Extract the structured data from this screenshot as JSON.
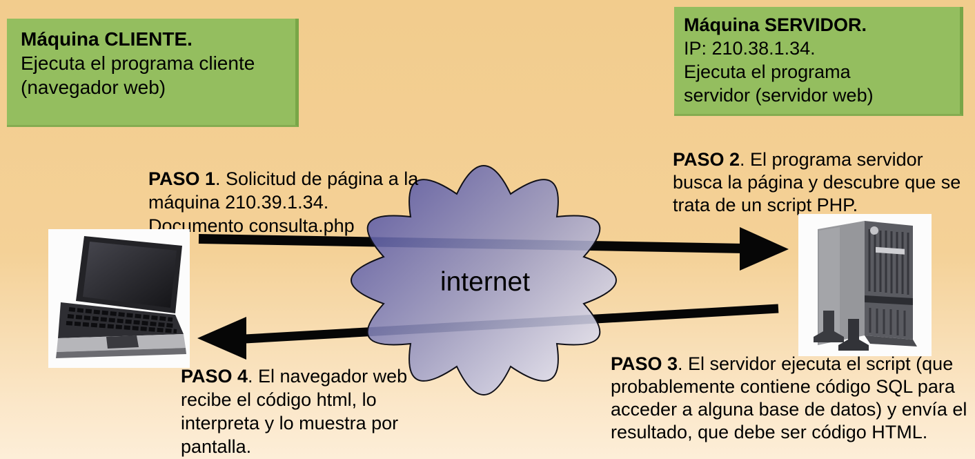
{
  "background": {
    "top_color": "#f2cc8d",
    "bottom_color": "#fdeed8"
  },
  "colors": {
    "green_box": "#94be5f",
    "green_box_border": "#79a647",
    "cloud_dark": "#46469e",
    "cloud_light": "#e9e9f5",
    "arrow": "#060606",
    "text": "#000000"
  },
  "boxes": {
    "client": {
      "title": "Máquina CLIENTE.",
      "lines": [
        "Ejecuta el programa cliente",
        "(navegador web)"
      ]
    },
    "server": {
      "title": "Máquina SERVIDOR.",
      "lines": [
        "IP: 210.38.1.34.",
        "Ejecuta el programa",
        "servidor (servidor web)"
      ]
    }
  },
  "steps": {
    "paso1": {
      "label": "PASO 1",
      "text": ". Solicitud de página a la máquina 210.39.1.34. Documento consulta.php"
    },
    "paso2": {
      "label": "PASO 2",
      "text": ". El programa servidor busca la página y descubre que se trata de un script PHP."
    },
    "paso3": {
      "label": "PASO 3",
      "text": ". El servidor ejecuta el script (que probablemente contiene código SQL para acceder a alguna base de datos) y envía el resultado, que debe ser código HTML."
    },
    "paso4": {
      "label": "PASO 4",
      "text": ". El navegador web recibe el código html, lo interpreta y lo muestra por pantalla."
    }
  },
  "cloud": {
    "label": "internet"
  },
  "images": {
    "laptop": "laptop-photo",
    "server": "server-tower-photo"
  }
}
